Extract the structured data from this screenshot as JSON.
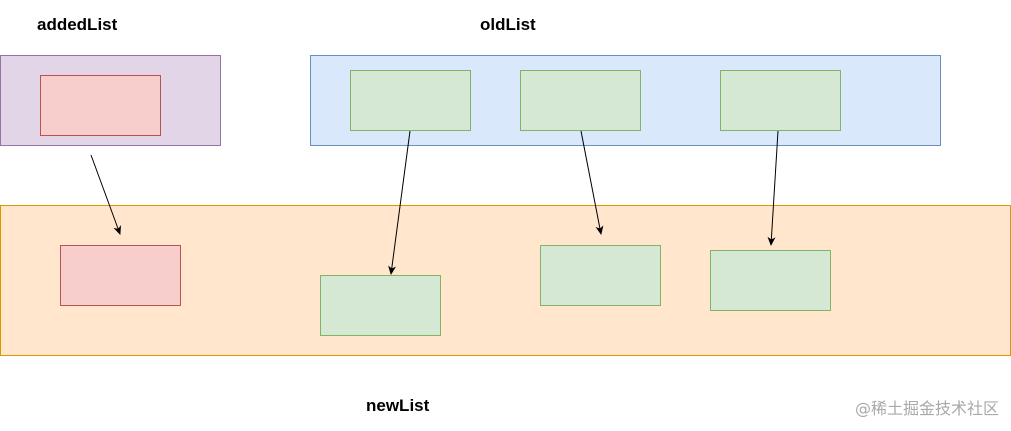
{
  "labels": {
    "added_list": "addedList",
    "old_list": "oldList",
    "new_list": "newList"
  },
  "watermark": "@稀土掘金技术社区",
  "colors": {
    "added_container_fill": "#e1d5e7",
    "added_container_stroke": "#9673a6",
    "old_container_fill": "#dae8fc",
    "old_container_stroke": "#6c8ebf",
    "new_container_fill": "#ffe6cc",
    "new_container_stroke": "#d79b00",
    "red_node_fill": "#f8cecc",
    "red_node_stroke": "#b85450",
    "green_node_fill": "#d5e8d4",
    "green_node_stroke": "#82b366",
    "arrow": "#000000"
  }
}
